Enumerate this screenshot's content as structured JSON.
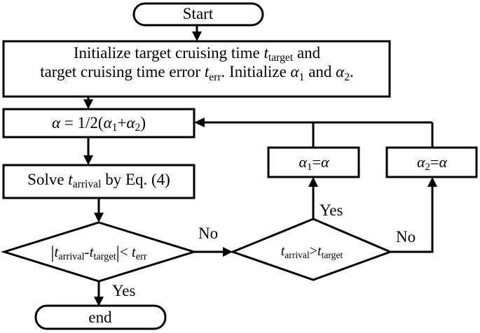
{
  "diagram": {
    "title": "Bisection search flowchart for cruising time",
    "background_color": "#ffffff",
    "line_color": "#000000",
    "nodes": {
      "start": {
        "label": "Start",
        "shape": "rounded-rectangle"
      },
      "initialize": {
        "line1_a": "Initialize  target cruising time ",
        "line1_var": "t",
        "line1_sub": "target",
        "line1_b": " and",
        "line2_a": "target cruising time error ",
        "line2_var": "t",
        "line2_sub": "err",
        "line2_b": ". Initialize ",
        "line2_alpha1": "α",
        "line2_alpha1_sub": "1",
        "line2_c": " and ",
        "line2_alpha2": "α",
        "line2_alpha2_sub": "2",
        "line2_d": ".",
        "shape": "rectangle"
      },
      "alpha_update": {
        "alpha": "α",
        "eq": " = 1/2(",
        "alpha1": "α",
        "alpha1_sub": "1",
        "plus": "+",
        "alpha2": "α",
        "alpha2_sub": "2",
        "close": ")",
        "shape": "rectangle"
      },
      "solve": {
        "text_a": "Solve ",
        "var": "t",
        "var_sub": "arrival",
        "text_b": " by Eq. (4)",
        "shape": "rectangle"
      },
      "decision_err": {
        "bar_open": "|",
        "var1": "t",
        "var1_sub": "arrival",
        "minus": "-",
        "var2": "t",
        "var2_sub": "target",
        "bar_close": "|",
        "op": "< ",
        "var3": "t",
        "var3_sub": "err",
        "shape": "diamond"
      },
      "decision_compare": {
        "var1": "t",
        "var1_sub": "arrival",
        "op": ">",
        "var2": "t",
        "var2_sub": "target",
        "shape": "diamond"
      },
      "set_alpha1": {
        "alpha": "α",
        "alpha_sub": "1",
        "eq": "=",
        "alpha_rhs": "α",
        "shape": "rectangle"
      },
      "set_alpha2": {
        "alpha": "α",
        "alpha_sub": "2",
        "eq": "=",
        "alpha_rhs": "α",
        "shape": "rectangle"
      },
      "end": {
        "label": "end",
        "shape": "rounded-rectangle"
      }
    },
    "edge_labels": {
      "err_no": "No",
      "err_yes": "Yes",
      "compare_yes": "Yes",
      "compare_no": "No"
    }
  }
}
